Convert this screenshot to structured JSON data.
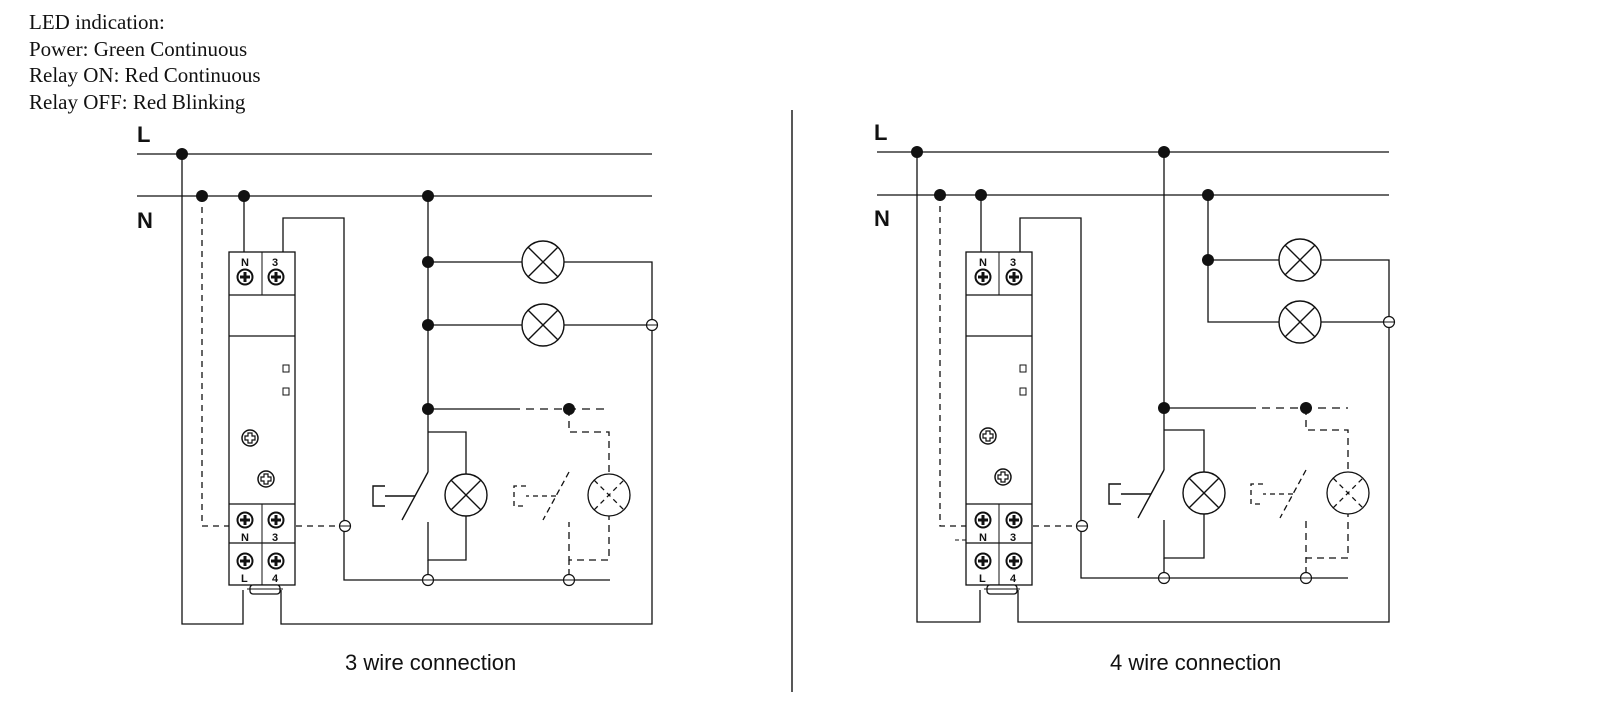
{
  "legend": {
    "heading": "LED indication:",
    "power": "Power: Green Continuous",
    "relay_on": "Relay ON: Red Continuous",
    "relay_off": "Relay OFF: Red Blinking"
  },
  "diagrams": {
    "left": {
      "caption": "3 wire connection",
      "line_label": "L",
      "neutral_label": "N",
      "top_terminals": [
        "N",
        "3"
      ],
      "bottom_terminals_row1": [
        "N",
        "3"
      ],
      "bottom_terminals_row2": [
        "L",
        "4"
      ]
    },
    "right": {
      "caption": "4 wire connection",
      "line_label": "L",
      "neutral_label": "N",
      "top_terminals": [
        "N",
        "3"
      ],
      "bottom_terminals_row1": [
        "N",
        "3"
      ],
      "bottom_terminals_row2": [
        "L",
        "4"
      ]
    }
  },
  "colors": {
    "ink": "#111111",
    "background": "#ffffff"
  }
}
